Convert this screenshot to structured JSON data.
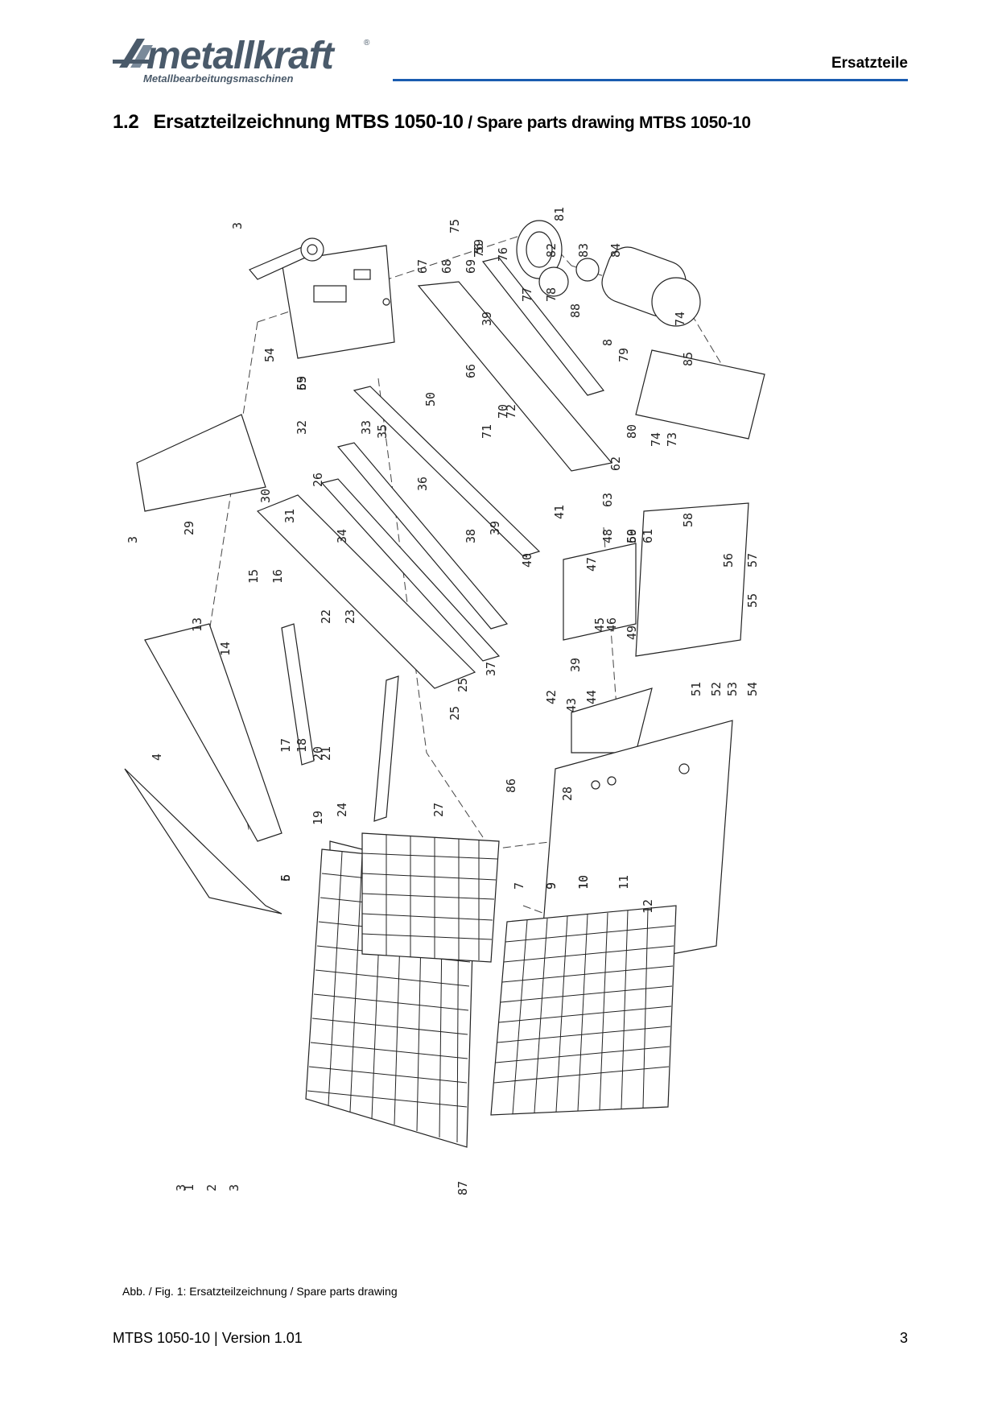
{
  "header": {
    "brand": "metallkraft",
    "registered": "®",
    "tagline": "Metallbearbeitungsmaschinen",
    "section": "Ersatzteile",
    "accent_color": "#1a5cb0",
    "logo_color": "#4a5a6a"
  },
  "title": {
    "number": "1.2",
    "text_de": "Ersatzteilzeichnung MTBS 1050-10",
    "separator": " / ",
    "text_en": "Spare parts drawing MTBS 1050-10"
  },
  "drawing": {
    "part_numbers": [
      "1",
      "2",
      "3",
      "3",
      "3",
      "3",
      "4",
      "5",
      "6",
      "7",
      "8",
      "9",
      "9",
      "10",
      "10",
      "11",
      "12",
      "13",
      "14",
      "15",
      "16",
      "17",
      "18",
      "19",
      "20",
      "21",
      "22",
      "23",
      "24",
      "25",
      "25",
      "26",
      "27",
      "28",
      "29",
      "30",
      "31",
      "32",
      "33",
      "34",
      "35",
      "36",
      "37",
      "38",
      "39",
      "39",
      "39",
      "40",
      "41",
      "42",
      "43",
      "44",
      "45",
      "46",
      "47",
      "48",
      "49",
      "50",
      "51",
      "52",
      "53",
      "54",
      "54",
      "55",
      "56",
      "57",
      "58",
      "59",
      "59",
      "59",
      "60",
      "61",
      "62",
      "63",
      "65",
      "66",
      "67",
      "68",
      "69",
      "70",
      "71",
      "72",
      "73",
      "74",
      "74",
      "75",
      "76",
      "76",
      "77",
      "78",
      "79",
      "80",
      "81",
      "82",
      "83",
      "84",
      "85",
      "86",
      "87",
      "88"
    ]
  },
  "caption": "Abb. / Fig. 1: Ersatzteilzeichnung / Spare parts drawing",
  "footer": {
    "doc": "MTBS 1050-10 | Version 1.01",
    "page": "3"
  }
}
